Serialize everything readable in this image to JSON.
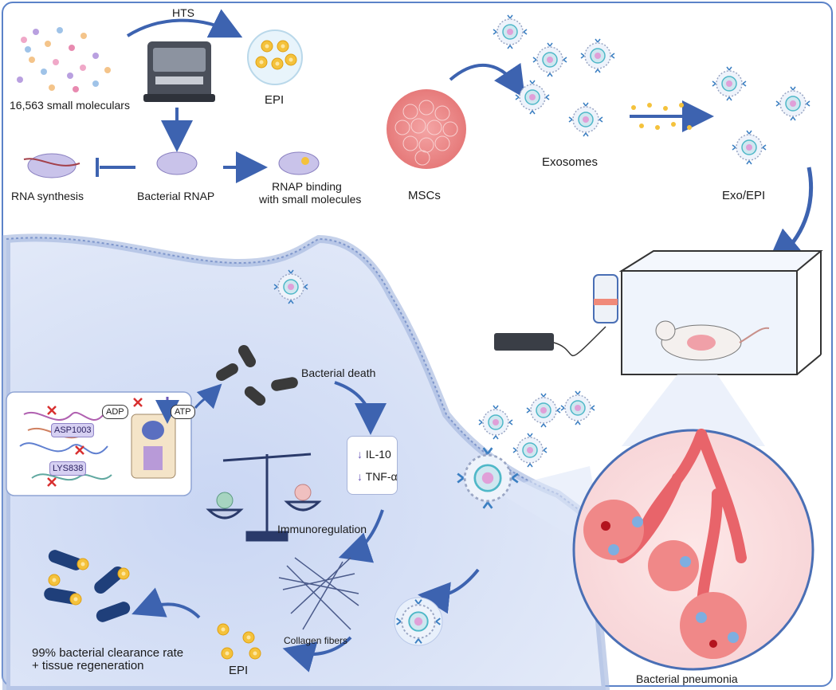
{
  "labels": {
    "hts": "HTS",
    "small_molecules": "16,563 small moleculars",
    "epi_top": "EPI",
    "rna_synthesis": "RNA synthesis",
    "bacterial_rnap": "Bacterial RNAP",
    "rnap_binding_1": "RNAP binding",
    "rnap_binding_2": "with small molecules",
    "mscs": "MSCs",
    "exosomes": "Exosomes",
    "exo_epi": "Exo/EPI",
    "asp": "ASP1003",
    "lys": "LYS838",
    "adp": "ADP",
    "atp": "ATP",
    "bacterial_death": "Bacterial death",
    "il10": "IL-10",
    "tnfa": "TNF-α",
    "immunoregulation": "Immunoregulation",
    "collagen": "Collagen fibers",
    "epi_bottom": "EPI",
    "clearance_1": "99% bacterial clearance rate",
    "clearance_2": "+ tissue regeneration",
    "pneumonia": "Bacterial pneumonia"
  },
  "colors": {
    "border": "#5b82c8",
    "arrow": "#3d63b0",
    "cell_bg": "#d9e3f7",
    "lung": "#e8646a",
    "epi_yellow": "#f4c23c",
    "exosome_teal": "#4fb8c8"
  }
}
